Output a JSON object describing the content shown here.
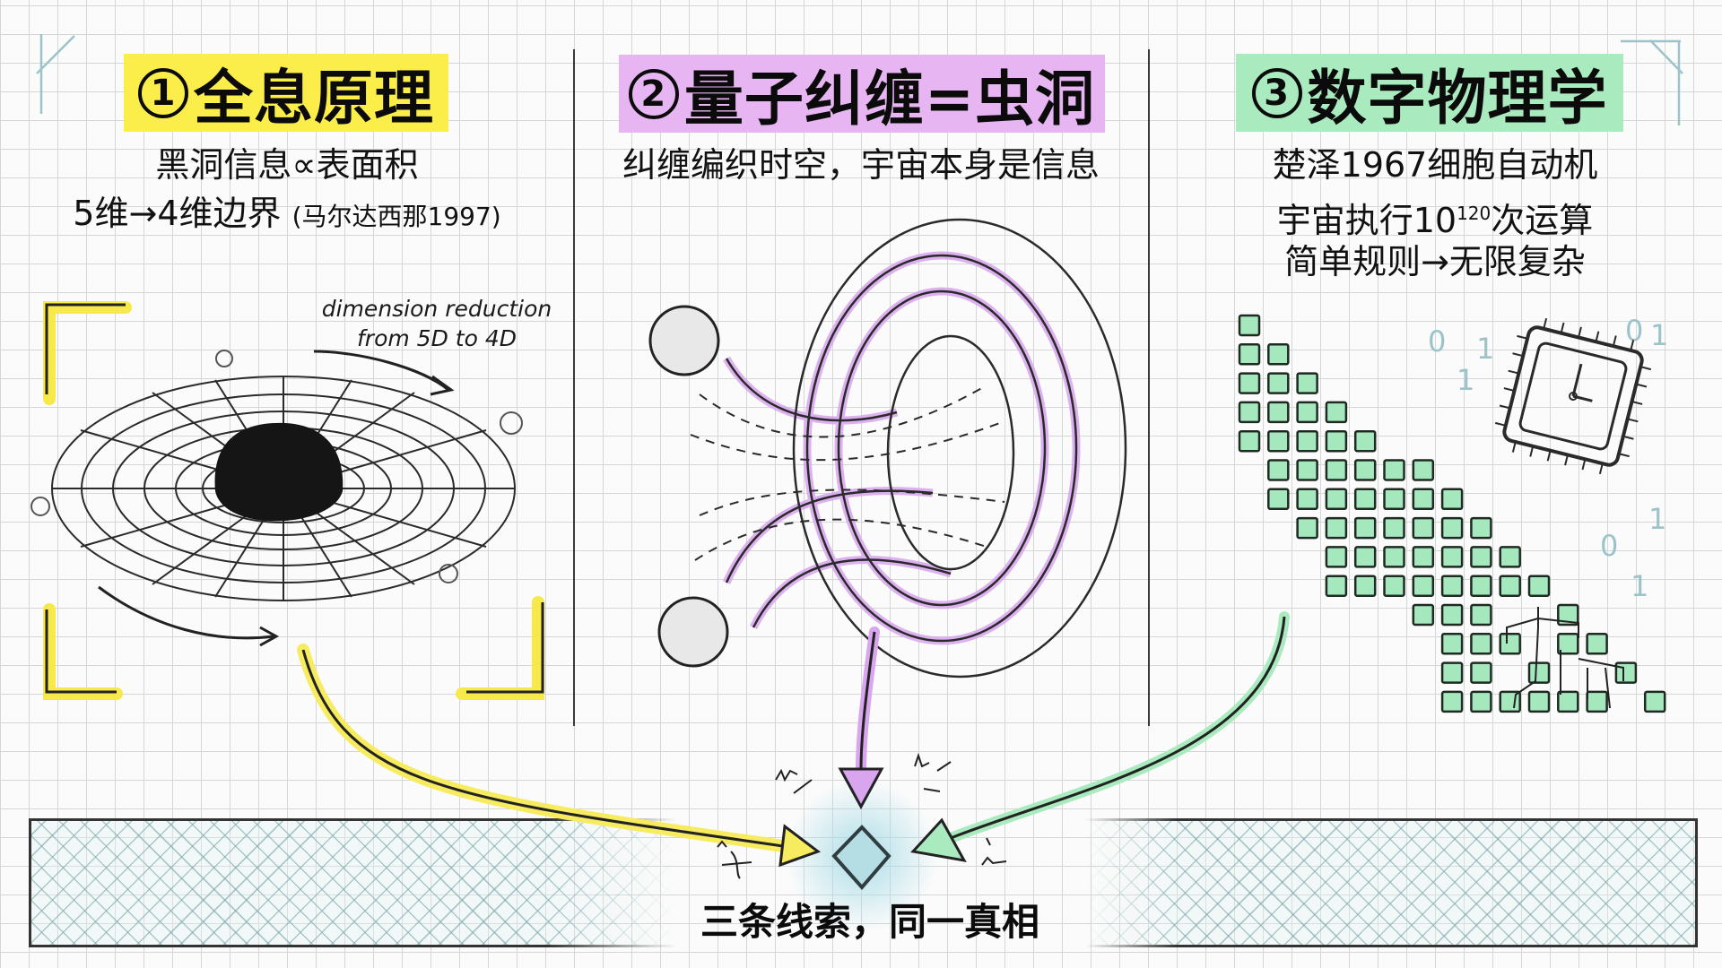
{
  "colors": {
    "panel1_highlight": "#fbee4a",
    "panel2_highlight": "#e7b5f2",
    "panel3_highlight": "#a9ebbf",
    "cell_fill": "#a6e8bd",
    "center_glow": "#b9e3ea",
    "hatch": "#6ea0a5"
  },
  "panels": [
    {
      "number": "1",
      "title": "全息原理",
      "lines": [
        "黑洞信息∝表面积",
        "5维→4维边界"
      ],
      "note": "(马尔达西那1997)",
      "illustration": "black-hole-grid",
      "annotation": [
        "dimension reduction",
        "from 5D to 4D"
      ]
    },
    {
      "number": "2",
      "title": "量子纠缠=虫洞",
      "lines": [
        "纠缠编织时空，宇宙本身是信息"
      ],
      "illustration": "wormhole-entangled-spheres"
    },
    {
      "number": "3",
      "title": "数字物理学",
      "lines": [
        "楚泽1967细胞自动机",
        "宇宙执行10",
        "次运算",
        "简单规则→无限复杂"
      ],
      "exponent": "120",
      "illustration": "cellular-automaton-chip",
      "binary_digits": [
        "0",
        "1",
        "1",
        "0",
        "1",
        "1",
        "0",
        "1"
      ]
    }
  ],
  "conclusion": {
    "caption": "三条线索，同一真相",
    "icon": "diamond-icon"
  }
}
